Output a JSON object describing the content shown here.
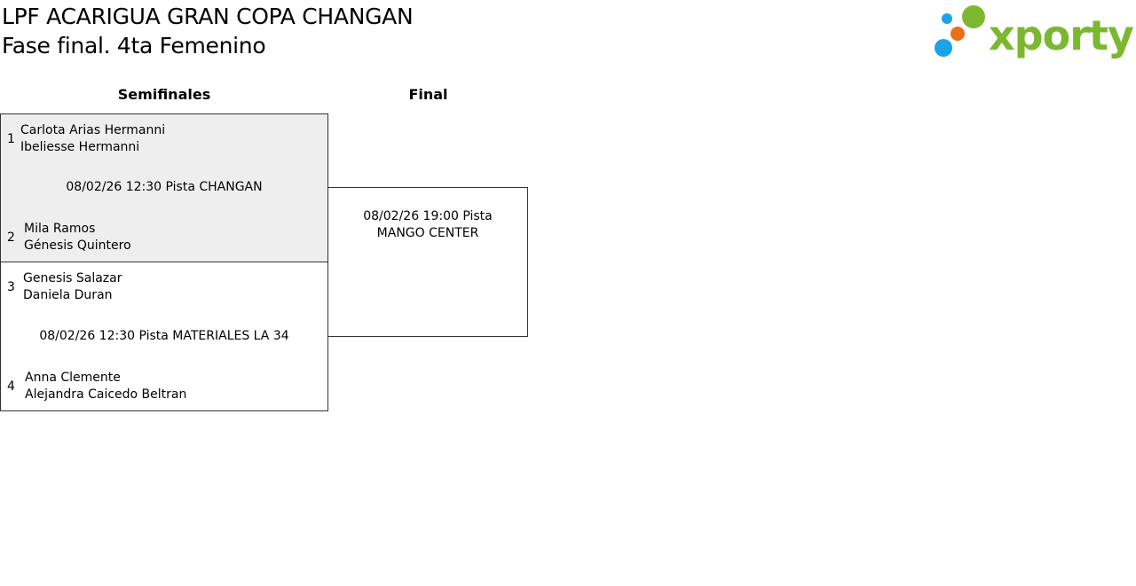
{
  "header": {
    "title": "LPF ACARIGUA GRAN COPA CHANGAN",
    "subtitle": "Fase final. 4ta Femenino",
    "logo_text": "xporty"
  },
  "rounds": [
    {
      "label": "Semifinales"
    },
    {
      "label": "Final"
    }
  ],
  "semifinals": [
    {
      "info": "08/02/26 12:30 Pista CHANGAN",
      "top": {
        "seed": "1",
        "player1": "Carlota Arias Hermanni",
        "player2": "Ibeliesse Hermanni"
      },
      "bottom": {
        "seed": "2",
        "player1": "Mila Ramos",
        "player2": "Génesis Quintero"
      }
    },
    {
      "info": "08/02/26 12:30 Pista MATERIALES LA 34",
      "top": {
        "seed": "3",
        "player1": "Genesis Salazar",
        "player2": "Daniela Duran"
      },
      "bottom": {
        "seed": "4",
        "player1": "Anna Clemente",
        "player2": "Alejandra Caicedo Beltran"
      }
    }
  ],
  "final": {
    "info": "08/02/26 19:00 Pista MANGO CENTER"
  },
  "colors": {
    "logo_green": "#7cb82f",
    "logo_blue": "#1aa3e8",
    "logo_orange": "#e8701a",
    "shaded_bg": "#eeeeee"
  }
}
